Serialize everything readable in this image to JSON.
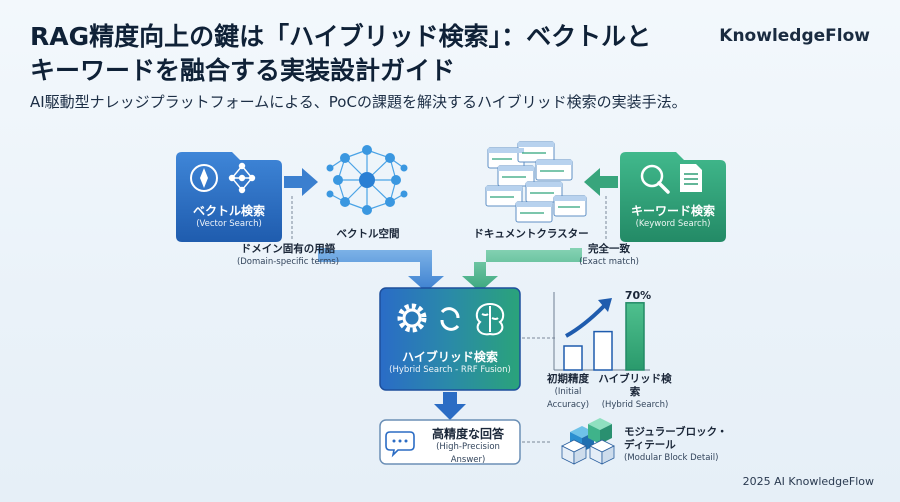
{
  "header": {
    "title_line1": "RAG精度向上の鍵は「ハイブリッド検索」：ベクトルと",
    "title_line2": "キーワードを融合する実装設計ガイド",
    "brand": "KnowledgeFlow",
    "subtitle": "AI駆動型ナレッジプラットフォームによる、PoCの課題を解決するハイブリッド検索の実装手法。"
  },
  "vector_search": {
    "label": "ベクトル検索",
    "sublabel": "(Vector Search)"
  },
  "keyword_search": {
    "label": "キーワード検索",
    "sublabel": "(Keyword Search)"
  },
  "vector_space": {
    "label": "ベクトル空間"
  },
  "doc_cluster": {
    "label": "ドキュメントクラスター"
  },
  "domain_terms": {
    "label": "ドメイン固有の用語",
    "sublabel": "(Domain-specific terms)"
  },
  "exact_match": {
    "label": "完全一致",
    "sublabel": "(Exact match)"
  },
  "hybrid": {
    "label": "ハイブリッド検索",
    "sublabel": "(Hybrid Search - RRF Fusion)"
  },
  "answer": {
    "label": "高精度な回答",
    "sublabel": "(High-Precision Answer)"
  },
  "modular": {
    "label1": "モジュラーブロック・",
    "label2": "ディテール",
    "sublabel": "(Modular Block Detail)"
  },
  "chart_data": {
    "type": "bar",
    "categories": [
      "初期精度",
      "ハイブリッド検索"
    ],
    "category_sublabels": [
      "(Initial Accuracy)",
      "(Hybrid Search)"
    ],
    "series": [
      {
        "values": [
          25,
          40,
          70
        ]
      }
    ],
    "annotation": "70%",
    "ylim": [
      0,
      75
    ]
  },
  "footer": {
    "text": "2025 AI KnowledgeFlow"
  },
  "colors": {
    "blue": "#2b6cc4",
    "green": "#2fa37a",
    "dark_blue": "#1d4f9c"
  }
}
